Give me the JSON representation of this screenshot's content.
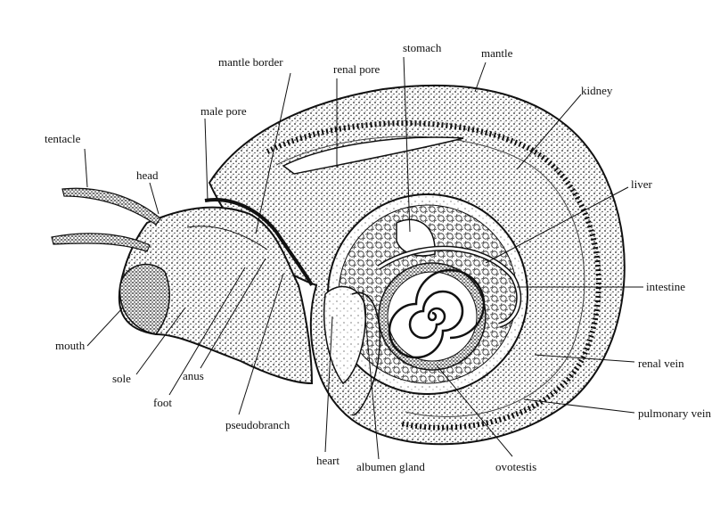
{
  "diagram": {
    "labels": {
      "tentacle": "tentacle",
      "head": "head",
      "male_pore": "male pore",
      "mantle_border": "mantle border",
      "renal_pore": "renal pore",
      "stomach": "stomach",
      "mantle": "mantle",
      "kidney": "kidney",
      "liver": "liver",
      "intestine": "intestine",
      "renal_vein": "renal vein",
      "pulmonary_vein": "pulmonary vein",
      "ovotestis": "ovotestis",
      "albumen_gland": "albumen gland",
      "heart": "heart",
      "pseudobranch": "pseudobranch",
      "anus": "anus",
      "foot": "foot",
      "sole": "sole",
      "mouth": "mouth"
    },
    "colors": {
      "ink": "#111111",
      "paper": "#ffffff"
    }
  }
}
